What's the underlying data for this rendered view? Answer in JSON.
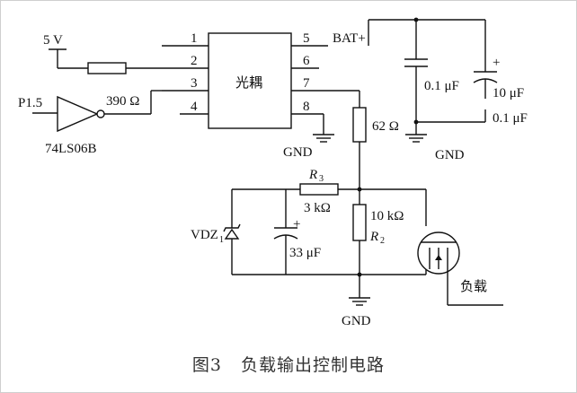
{
  "caption": "图3   负载输出控制电路",
  "labels": {
    "vcc": "5 V",
    "pin_input": "P1.5",
    "inverter": "74LS06B",
    "r_series": "390 Ω",
    "optocoupler": "光耦",
    "bat": "BAT+",
    "gnd_opto": "GND",
    "gnd_caps": "GND",
    "gnd_bottom": "GND",
    "r_62": "62 Ω",
    "r3_name": "R",
    "r3_sub": "3",
    "r3_value": "3 kΩ",
    "r2_value": "10 kΩ",
    "r2_name": "R",
    "r2_sub": "2",
    "zener_name": "VDZ",
    "zener_sub": "1",
    "cap_33": "33 μF",
    "cap_01a": "0.1 μF",
    "cap_10": "10 μF",
    "cap_01b": "0.1 μF",
    "load": "负载",
    "plus_cap33": "+",
    "plus_cap10": "+"
  },
  "opto_pins_left": [
    "1",
    "2",
    "3",
    "4"
  ],
  "opto_pins_right": [
    "5",
    "6",
    "7",
    "8"
  ]
}
